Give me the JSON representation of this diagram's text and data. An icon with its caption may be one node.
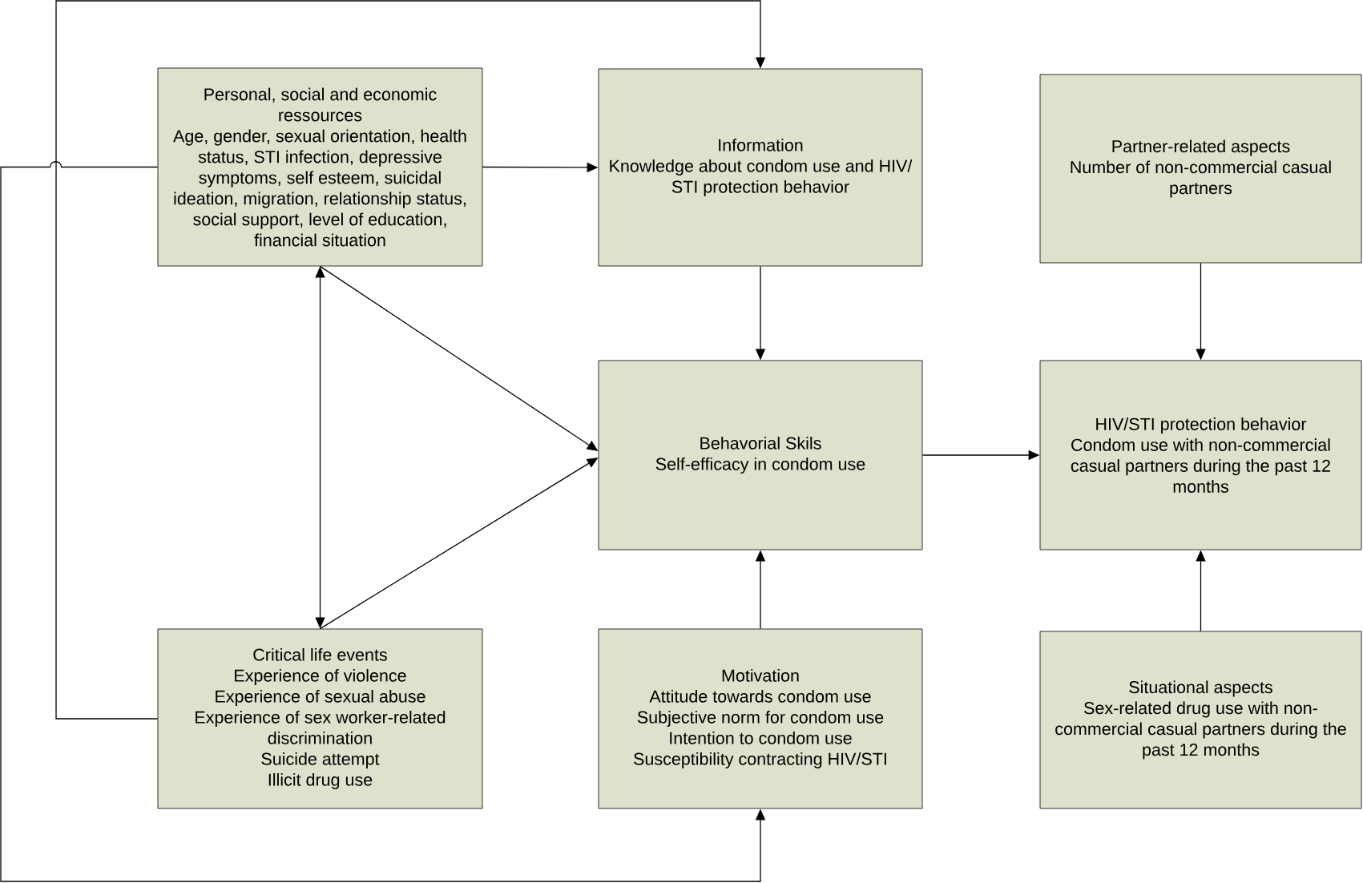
{
  "diagram": {
    "nodes": [
      {
        "text": [
          "Personal, social and economic ressources",
          "Age, gender, sexual orientation, health status, STI infection, depressive symptoms, self esteem, suicidal ideation, migration, relationship status, social support, level of education, financial situation"
        ]
      },
      {
        "text": [
          "Information",
          "Knowledge about condom use and HIV/STI protection behavior"
        ]
      },
      {
        "text": [
          "Partner-related aspects",
          "Number of non-commercial casual partners"
        ]
      },
      {
        "text": [
          "Behavorial Skils",
          "Self-efficacy in condom use"
        ]
      },
      {
        "text": [
          "HIV/STI protection behavior",
          "Condom use with non-commercial casual partners during the past 12 months"
        ]
      },
      {
        "text": [
          "Critical life events",
          "Experience of violence",
          "Experience of sexual abuse",
          "Experience of sex worker-related discrimination",
          "Suicide attempt",
          "Illicit drug use"
        ]
      },
      {
        "text": [
          "Motivation",
          "Attitude towards condom use",
          "Subjective norm for condom use",
          "Intention to condom use",
          "Susceptibility contracting HIV/STI"
        ]
      },
      {
        "text": [
          "Situational aspects",
          "Sex-related drug use with non-commercial casual partners during the past 12 months"
        ]
      }
    ],
    "edges": [
      {
        "from": 0,
        "to": 1,
        "arrow": "to"
      },
      {
        "from": 5,
        "to": 1,
        "arrow": "to"
      },
      {
        "from": 0,
        "to": 6,
        "arrow": "to"
      },
      {
        "from": 0,
        "to": 5,
        "arrow": "both"
      },
      {
        "from": 0,
        "to": 3,
        "arrow": "to"
      },
      {
        "from": 5,
        "to": 3,
        "arrow": "to"
      },
      {
        "from": 1,
        "to": 3,
        "arrow": "to"
      },
      {
        "from": 6,
        "to": 3,
        "arrow": "to"
      },
      {
        "from": 3,
        "to": 4,
        "arrow": "to"
      },
      {
        "from": 2,
        "to": 4,
        "arrow": "to"
      },
      {
        "from": 7,
        "to": 4,
        "arrow": "to"
      }
    ]
  }
}
